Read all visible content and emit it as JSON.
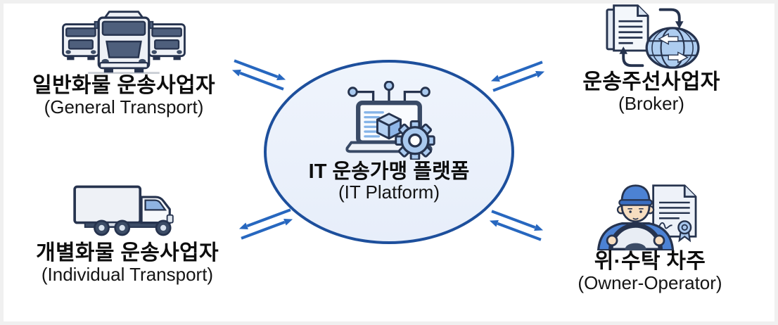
{
  "diagram_title": "IT transport franchise platform relationship diagram",
  "hub": {
    "title": "IT 운송가맹 플랫폼",
    "subtitle": "(IT Platform)",
    "icon": "laptop-network-gear-icon",
    "shape": "ellipse"
  },
  "entities": [
    {
      "id": "general-transport",
      "position": "top-left",
      "label": "일반화물 운송사업자",
      "sublabel": "(General Transport)",
      "icon": "truck-fleet-icon"
    },
    {
      "id": "broker",
      "position": "top-right",
      "label": "운송주선사업자",
      "sublabel": "(Broker)",
      "icon": "documents-globe-exchange-icon"
    },
    {
      "id": "individual-transport",
      "position": "bottom-left",
      "label": "개별화물 운송사업자",
      "sublabel": "(Individual Transport)",
      "icon": "box-truck-icon"
    },
    {
      "id": "owner-operator",
      "position": "bottom-right",
      "label": "위·수탁 차주",
      "sublabel": "(Owner-Operator)",
      "icon": "driver-contract-icon"
    }
  ],
  "connectors": {
    "style": "double-line bidirectional arrows",
    "links": [
      {
        "from": "general-transport",
        "to": "hub",
        "bidirectional": true
      },
      {
        "from": "broker",
        "to": "hub",
        "bidirectional": true
      },
      {
        "from": "individual-transport",
        "to": "hub",
        "bidirectional": true
      },
      {
        "from": "owner-operator",
        "to": "hub",
        "bidirectional": true
      }
    ]
  },
  "colors": {
    "arrow_blue": "#2767bf",
    "hub_border": "#1d4f9c",
    "hub_fill": "#ebf1fb",
    "icon_outline_navy": "#26334e",
    "icon_slate": "#4e5f7c",
    "icon_blue": "#4c82d4",
    "icon_light_blue": "#aecdf0",
    "label_black": "#0d0d0d"
  }
}
